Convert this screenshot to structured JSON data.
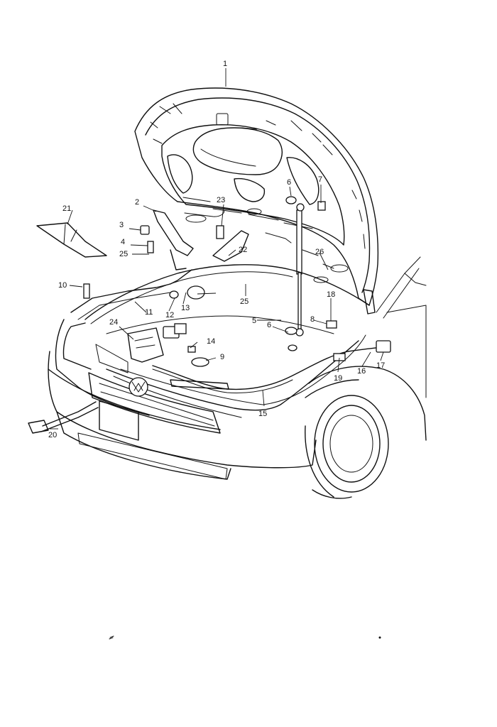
{
  "diagram": {
    "line_color": "#111111",
    "background_color": "#ffffff",
    "callouts": {
      "c1": "1",
      "c2": "2",
      "c3": "3",
      "c4": "4",
      "c5": "5",
      "c6a": "6",
      "c6b": "6",
      "c7": "7",
      "c8": "8",
      "c9": "9",
      "c10": "10",
      "c11": "11",
      "c12": "12",
      "c13": "13",
      "c14": "14",
      "c15": "15",
      "c16": "16",
      "c17": "17",
      "c18": "18",
      "c19": "19",
      "c20": "20",
      "c21": "21",
      "c22": "22",
      "c23": "23",
      "c24": "24",
      "c25a": "25",
      "c25b": "25",
      "c26": "26"
    }
  }
}
